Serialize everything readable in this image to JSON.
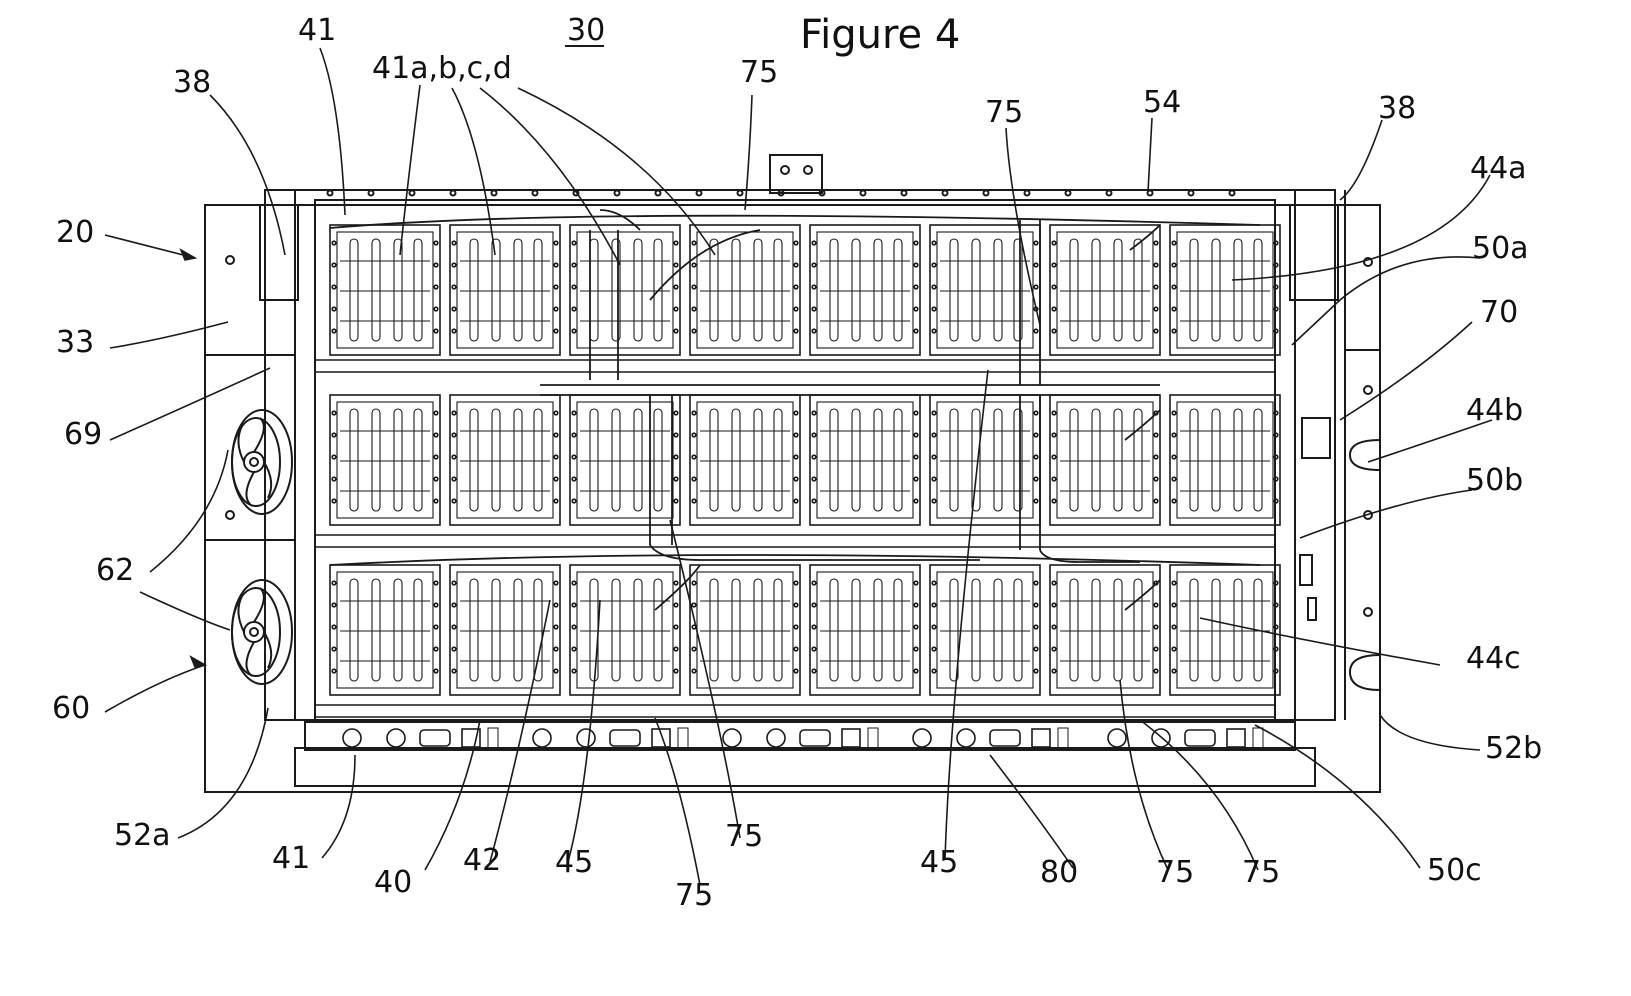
{
  "figure": {
    "title": "Figure 4",
    "ref_underlined": "30"
  },
  "labels": [
    {
      "id": "l41_top",
      "text": "41"
    },
    {
      "id": "l41abcd",
      "text": "41a,b,c,d"
    },
    {
      "id": "l75_t1",
      "text": "75"
    },
    {
      "id": "l75_t2",
      "text": "75"
    },
    {
      "id": "l54",
      "text": "54"
    },
    {
      "id": "l38_l",
      "text": "38"
    },
    {
      "id": "l38_r",
      "text": "38"
    },
    {
      "id": "l44a",
      "text": "44a"
    },
    {
      "id": "l50a",
      "text": "50a"
    },
    {
      "id": "l70",
      "text": "70"
    },
    {
      "id": "l44b",
      "text": "44b"
    },
    {
      "id": "l50b",
      "text": "50b"
    },
    {
      "id": "l44c",
      "text": "44c"
    },
    {
      "id": "l52b",
      "text": "52b"
    },
    {
      "id": "l50c",
      "text": "50c"
    },
    {
      "id": "l20",
      "text": "20"
    },
    {
      "id": "l33",
      "text": "33"
    },
    {
      "id": "l69",
      "text": "69"
    },
    {
      "id": "l62",
      "text": "62"
    },
    {
      "id": "l60",
      "text": "60"
    },
    {
      "id": "l52a",
      "text": "52a"
    },
    {
      "id": "l41_b",
      "text": "41"
    },
    {
      "id": "l40",
      "text": "40"
    },
    {
      "id": "l42",
      "text": "42"
    },
    {
      "id": "l45_b1",
      "text": "45"
    },
    {
      "id": "l75_b1",
      "text": "75"
    },
    {
      "id": "l75_b2",
      "text": "75"
    },
    {
      "id": "l45_b2",
      "text": "45"
    },
    {
      "id": "l80",
      "text": "80"
    },
    {
      "id": "l75_b3",
      "text": "75"
    },
    {
      "id": "l75_b4",
      "text": "75"
    }
  ],
  "colors": {
    "ink": "#1a1a1a",
    "paper": "#ffffff"
  }
}
